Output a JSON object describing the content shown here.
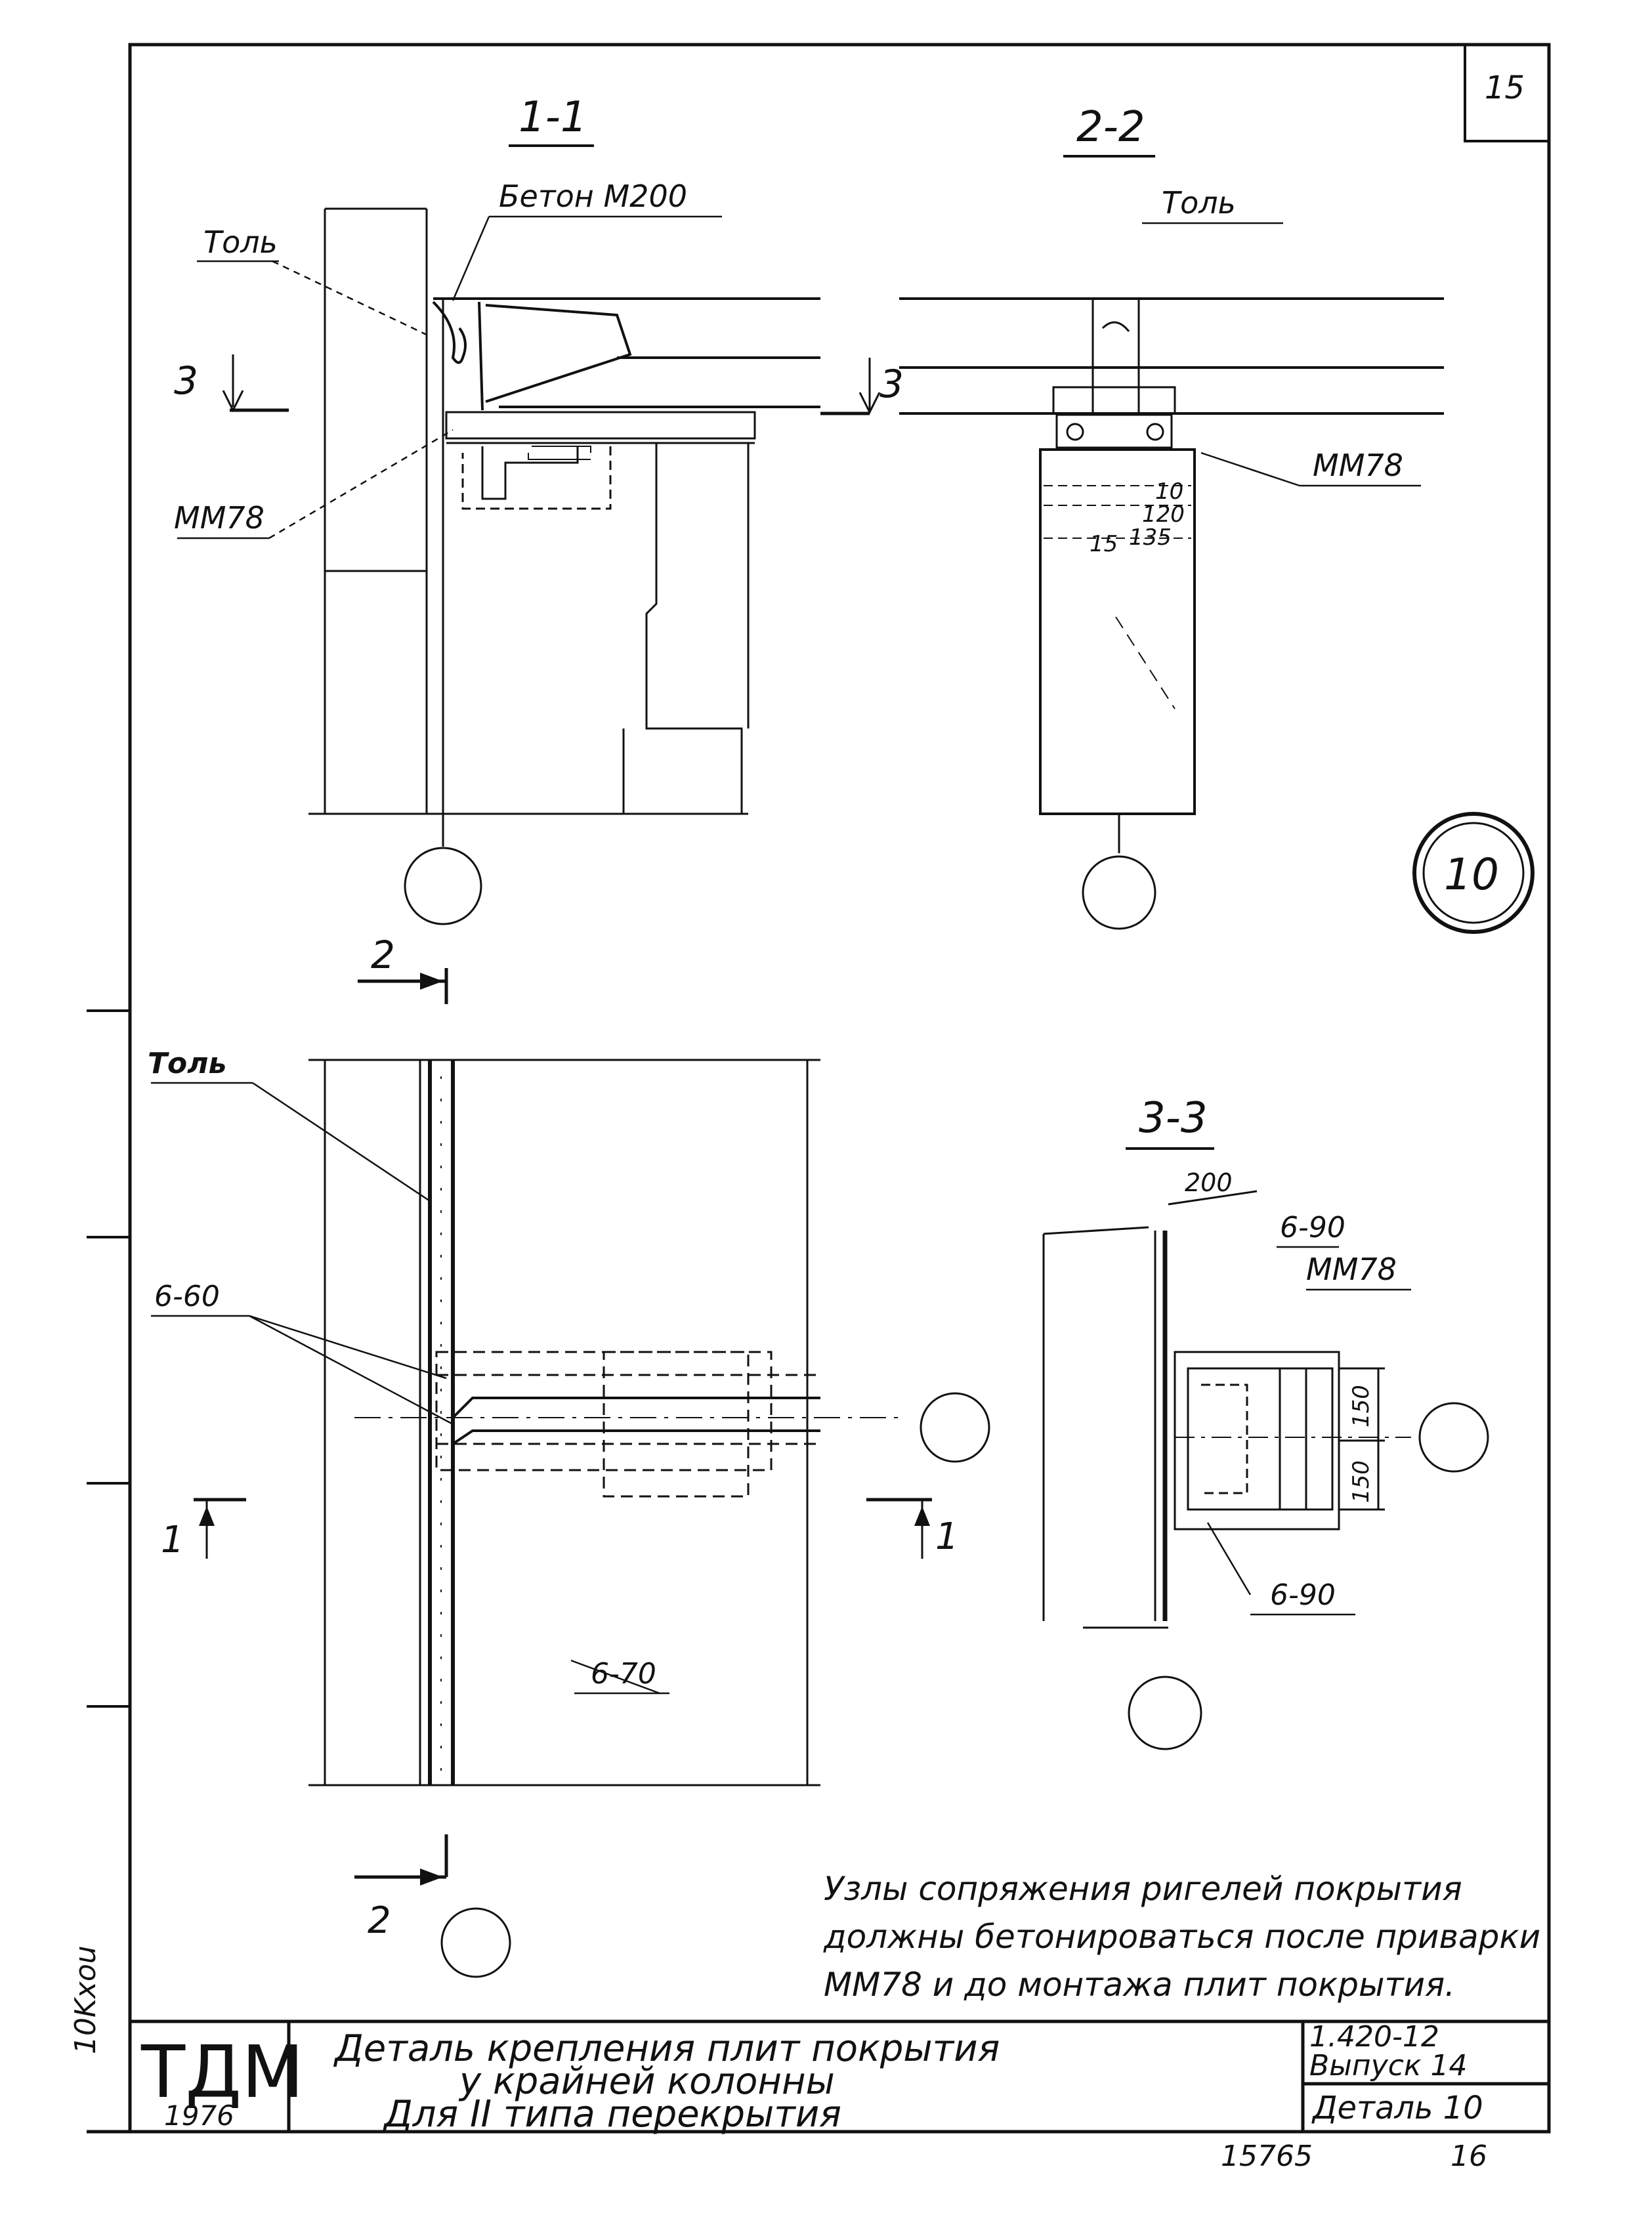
{
  "sheet": {
    "sheet_no": "15",
    "detail_circle": "10",
    "margin_stamp": "10Kxou"
  },
  "sections": {
    "s11": {
      "title": "1-1",
      "label_top": "Бетон М200",
      "label_left": "Толь",
      "label_weld": "ММ78",
      "cut_mark": "3"
    },
    "s22": {
      "title": "2-2",
      "label_top": "Толь",
      "label_weld": "ММ78",
      "cut_mark": "3",
      "dims": [
        "10",
        "120",
        "15",
        "135"
      ]
    },
    "plan": {
      "label_tol": "Толь",
      "cut2_top": "2",
      "cut2_bottom": "2",
      "cut1_left": "1",
      "cut1_right": "1",
      "weld_60": "6-60",
      "weld_70": "6-70"
    },
    "s33": {
      "title": "3-3",
      "dim_200": "200",
      "weld_90_top": "6-90",
      "label_weld": "ММ78",
      "dim_150a": "150",
      "dim_150b": "150",
      "weld_90_bottom": "6-90"
    }
  },
  "note": {
    "line1": "Узлы сопряжения ригелей покрытия",
    "line2": "должны бетонироваться после приварки",
    "line3": "ММ78 и до монтажа плит покрытия."
  },
  "title_block": {
    "org": "ТДМ",
    "year": "1976",
    "title_line1": "Деталь крепления плит покрытия",
    "title_line2": "у крайней колонны",
    "title_line3": "Для II типа перекрытия",
    "series": "1.420-12",
    "issue": "Выпуск 14",
    "detail": "Деталь 10",
    "bottom_code": "15765",
    "bottom_page": "16"
  }
}
